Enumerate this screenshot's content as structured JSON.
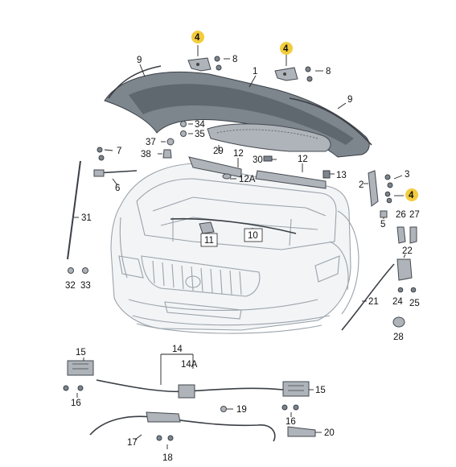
{
  "title": "",
  "highlight_color": "#f3cc3c",
  "part_labels": {
    "p1": "1",
    "p2": "2",
    "p3": "3",
    "p4a": "4",
    "p4b": "4",
    "p4c": "4",
    "p5": "5",
    "p6": "6",
    "p7": "7",
    "p8a": "8",
    "p8b": "8",
    "p9a": "9",
    "p9b": "9",
    "p10": "10",
    "p11": "11",
    "p12a": "12",
    "p12b": "12",
    "p12A": "12A",
    "p13": "13",
    "p14": "14",
    "p14A": "14A",
    "p15a": "15",
    "p15b": "15",
    "p16a": "16",
    "p16b": "16",
    "p17": "17",
    "p18": "18",
    "p19": "19",
    "p20": "20",
    "p21": "21",
    "p22": "22",
    "p24": "24",
    "p25": "25",
    "p26": "26",
    "p27": "27",
    "p28": "28",
    "p29": "29",
    "p30": "30",
    "p31": "31",
    "p32": "32",
    "p33": "33",
    "p34": "34",
    "p35": "35",
    "p37": "37",
    "p38": "38"
  }
}
